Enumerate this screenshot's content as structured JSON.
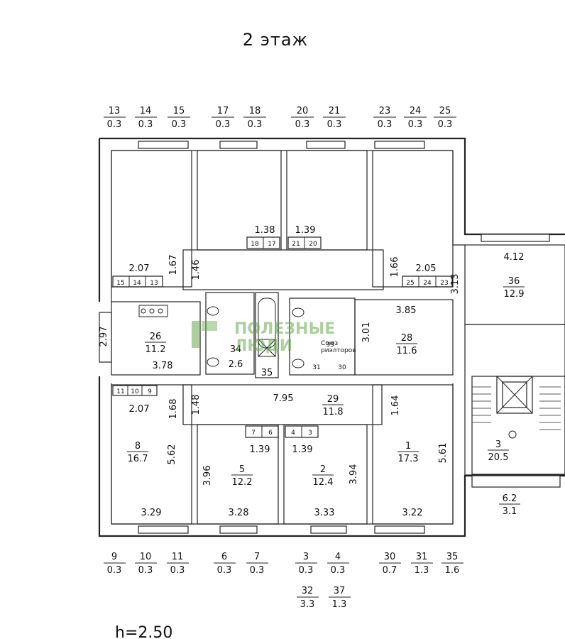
{
  "title": "2 этаж",
  "footer": "h=2.50",
  "watermark": {
    "line1": "ПОЛЕЗНЫЕ",
    "line2": "ЛЮДИ",
    "sub1": "Союз",
    "sub2": "риэлторов",
    "color": "#6aa84f"
  },
  "top_windows": [
    {
      "n": "13",
      "a": "0.3"
    },
    {
      "n": "14",
      "a": "0.3"
    },
    {
      "n": "15",
      "a": "0.3"
    },
    {
      "n": "17",
      "a": "0.3"
    },
    {
      "n": "18",
      "a": "0.3"
    },
    {
      "n": "20",
      "a": "0.3"
    },
    {
      "n": "21",
      "a": "0.3"
    },
    {
      "n": "23",
      "a": "0.3"
    },
    {
      "n": "24",
      "a": "0.3"
    },
    {
      "n": "25",
      "a": "0.3"
    }
  ],
  "bottom_windows": [
    {
      "n": "9",
      "a": "0.3"
    },
    {
      "n": "10",
      "a": "0.3"
    },
    {
      "n": "11",
      "a": "0.3"
    },
    {
      "n": "6",
      "a": "0.3"
    },
    {
      "n": "7",
      "a": "0.3"
    },
    {
      "n": "3",
      "a": "0.3"
    },
    {
      "n": "4",
      "a": "0.3"
    },
    {
      "n": "30",
      "a": "0.7"
    },
    {
      "n": "31",
      "a": "1.3"
    },
    {
      "n": "35",
      "a": "1.6"
    }
  ],
  "bottom_extra": [
    {
      "n": "32",
      "a": "3.3"
    },
    {
      "n": "37",
      "a": "1.3"
    }
  ],
  "rooms": [
    {
      "n": "26",
      "a": "11.2"
    },
    {
      "n": "28",
      "a": "11.6"
    },
    {
      "n": "29",
      "a": "11.8"
    },
    {
      "n": "36",
      "a": "12.9"
    },
    {
      "n": "8",
      "a": "16.7"
    },
    {
      "n": "5",
      "a": "12.2"
    },
    {
      "n": "2",
      "a": "12.4"
    },
    {
      "n": "1",
      "a": "17.3"
    },
    {
      "n": "3",
      "a": "20.5"
    },
    {
      "n": "6.2",
      "a": "3.1"
    }
  ],
  "small_rooms": [
    "34",
    "2.6",
    "35",
    "31",
    "30",
    "33"
  ],
  "dims": [
    "2.07",
    "1.67",
    "1.46",
    "1.38",
    "1.39",
    "1.66",
    "2.05",
    "4.12",
    "3.13",
    "2.97",
    "3.78",
    "3.85",
    "3.01",
    "7.95",
    "1.48",
    "1.68",
    "2.07",
    "1.64",
    "1.39",
    "1.39",
    "5.62",
    "3.96",
    "3.94",
    "5.61",
    "3.29",
    "3.28",
    "3.33",
    "3.22"
  ],
  "closets": {
    "c1": [
      "15",
      "14",
      "13"
    ],
    "c2": [
      "18",
      "17"
    ],
    "c3": [
      "21",
      "20"
    ],
    "c4": [
      "25",
      "24",
      "23"
    ],
    "c5": [
      "11",
      "10",
      "9"
    ],
    "c6": [
      "7",
      "6"
    ],
    "c7": [
      "4",
      "3"
    ]
  }
}
